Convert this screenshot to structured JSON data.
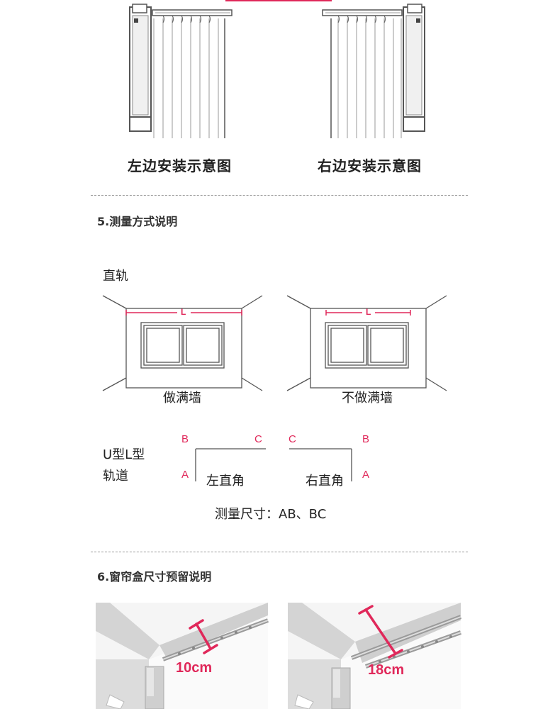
{
  "install": {
    "left_caption": "左边安装示意图",
    "right_caption": "右边安装示意图"
  },
  "section5": {
    "title": "5.测量方式说明",
    "straight_label": "直轨",
    "full_wall_label": "做满墙",
    "not_full_wall_label": "不做满墙",
    "length_marker": "L",
    "ul_label_line1": "U型L型",
    "ul_label_line2": "轨道",
    "left_angle_label": "左直角",
    "right_angle_label": "右直角",
    "point_a": "A",
    "point_b": "B",
    "point_c": "C",
    "measure_text": "测量尺寸：AB、BC"
  },
  "section6": {
    "title": "6.窗帘盒尺寸预留说明",
    "left_size": "10cm",
    "right_size": "18cm"
  },
  "colors": {
    "accent": "#e0285a"
  }
}
